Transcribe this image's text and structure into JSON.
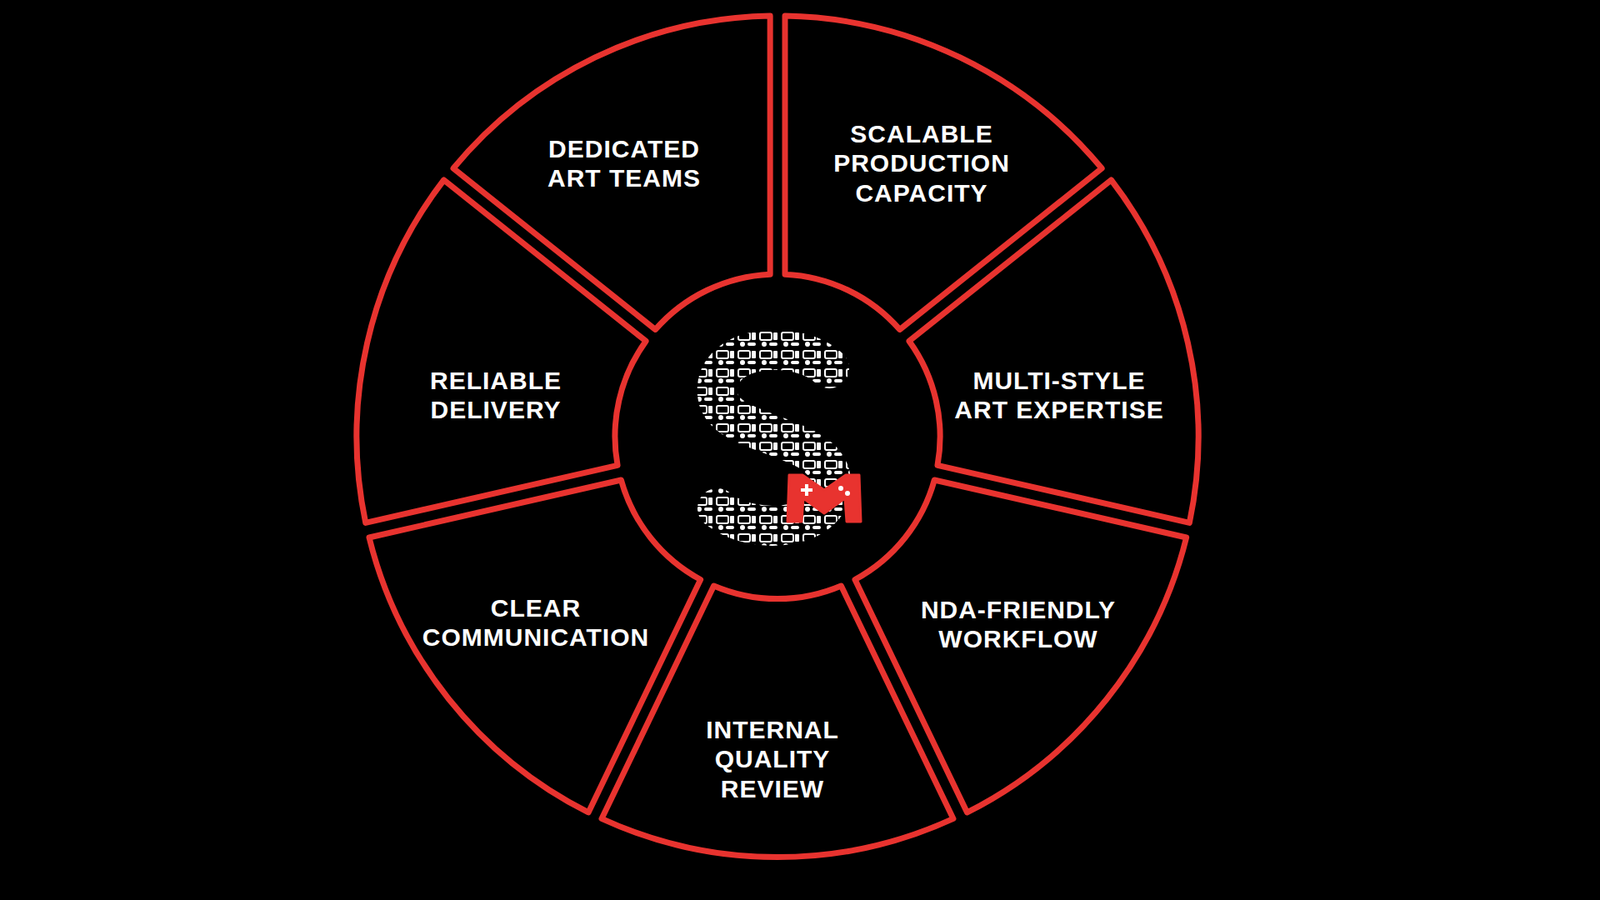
{
  "diagram": {
    "nodes": [
      {
        "text": [
          "DEDICATED ART TEAMS"
        ]
      },
      {
        "text": [
          "SCALABLE PRODUCTION CAPACITY"
        ]
      },
      {
        "text": [
          "MULTI-STYLE ART EXPERTISE"
        ]
      },
      {
        "text": [
          "NDA-FRIENDLY WORKFLOW"
        ]
      },
      {
        "text": [
          "INTERNAL QUALITY REVIEW"
        ]
      },
      {
        "text": [
          "CLEAR COMMUNICATION"
        ]
      },
      {
        "text": [
          "RELIABLE DELIVERY"
        ]
      }
    ]
  }
}
